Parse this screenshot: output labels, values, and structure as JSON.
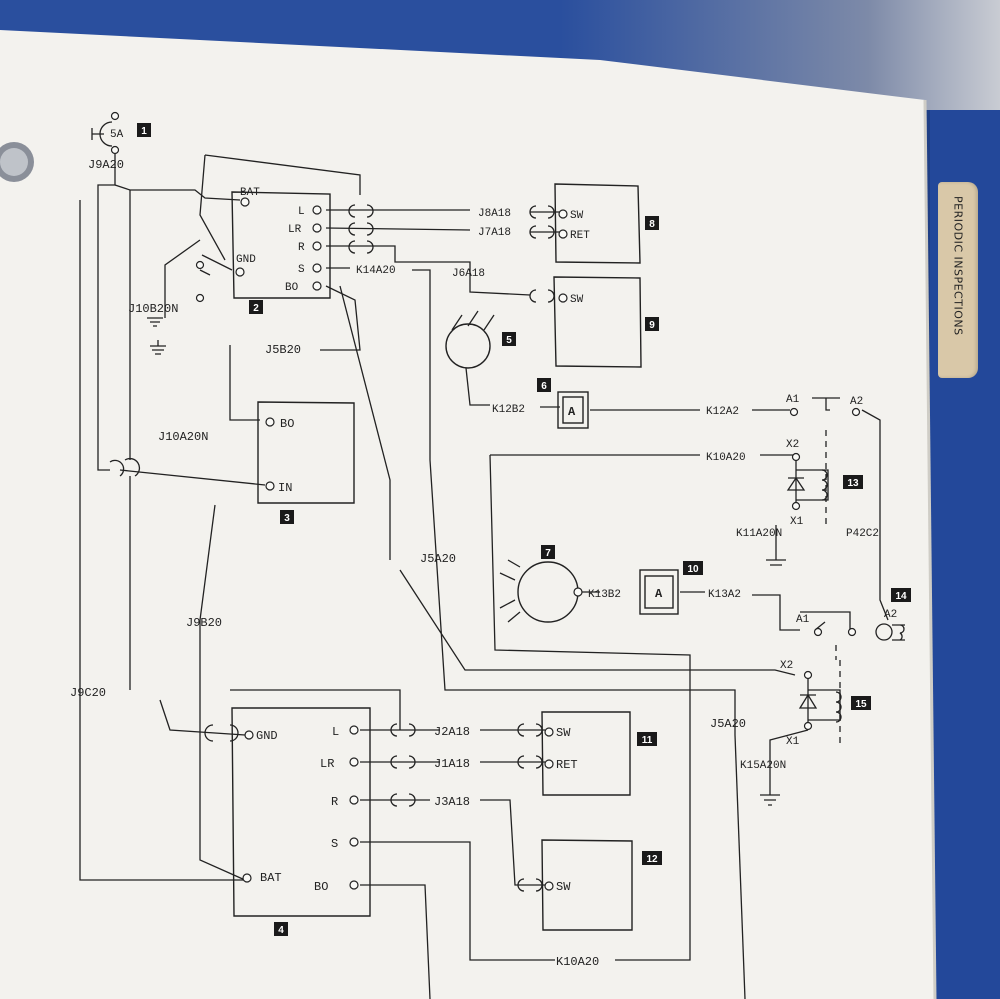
{
  "tab_label": "PERIODIC INSPECTIONS",
  "breaker": {
    "rating": "5A",
    "number": "1"
  },
  "components": [
    {
      "number": "2",
      "pins": [
        "BAT",
        "GND",
        "L",
        "LR",
        "R",
        "S",
        "BO"
      ]
    },
    {
      "number": "3",
      "pins": [
        "BO",
        "IN"
      ]
    },
    {
      "number": "4",
      "pins": [
        "GND",
        "BAT",
        "L",
        "LR",
        "R",
        "S",
        "BO"
      ]
    },
    {
      "number": "5"
    },
    {
      "number": "6",
      "symbol": "A"
    },
    {
      "number": "7"
    },
    {
      "number": "8",
      "pins": [
        "SW",
        "RET"
      ]
    },
    {
      "number": "9",
      "pins": [
        "SW"
      ]
    },
    {
      "number": "10",
      "symbol": "A"
    },
    {
      "number": "11",
      "pins": [
        "SW",
        "RET"
      ]
    },
    {
      "number": "12",
      "pins": [
        "SW"
      ]
    },
    {
      "number": "13",
      "pins": [
        "X2",
        "X1"
      ]
    },
    {
      "number": "14",
      "pins": [
        "A1",
        "A2"
      ]
    },
    {
      "number": "15",
      "pins": [
        "X2",
        "X1"
      ]
    }
  ],
  "relay_terminals": [
    "A1",
    "A2",
    "A1",
    "A2"
  ],
  "wires": [
    "J9A20",
    "J10B20N",
    "J5B20",
    "J10A20N",
    "J9B20",
    "J9C20",
    "J8A18",
    "J7A18",
    "J6A18",
    "K14A20",
    "K12B2",
    "K12A2",
    "K10A20",
    "K11A20N",
    "P42C2",
    "J5A20",
    "K13B2",
    "K13A2",
    "J5A20",
    "K15A20N",
    "J2A18",
    "J1A18",
    "J3A18",
    "K10A20"
  ]
}
